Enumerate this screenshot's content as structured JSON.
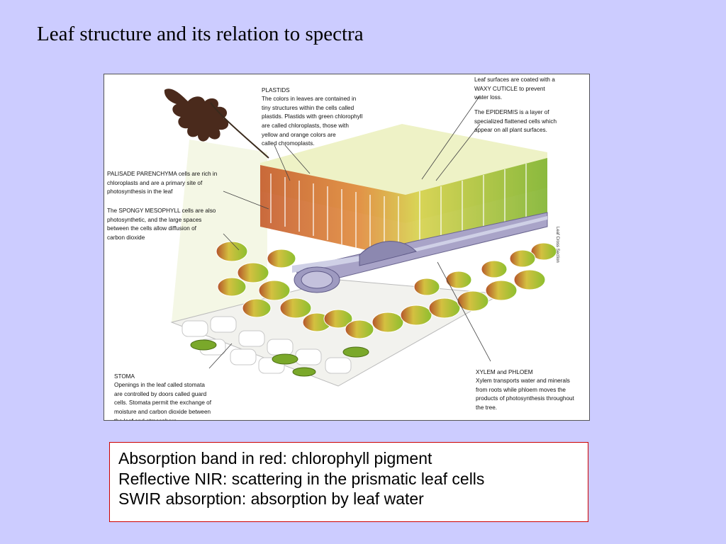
{
  "title": "Leaf structure and its relation to spectra",
  "figure": {
    "plastids": {
      "heading": "PLASTIDS",
      "text": "The colors in leaves are contained in\ntiny structures within the cells called\nplastids. Plastids with green chlorophyll\nare called chloroplasts, those with\nyellow and orange colors are\ncalled chromoplasts."
    },
    "cuticle": {
      "text": "Leaf surfaces are coated with a\nWAXY CUTICLE to prevent\nwater loss."
    },
    "epidermis": {
      "text": "The EPIDERMIS is a layer of\nspecialized flattened cells which\nappear on all plant surfaces."
    },
    "palisade": {
      "text": "PALISADE PARENCHYMA cells are rich in\nchloroplasts and are a primary site of\nphotosynthesis in the leaf"
    },
    "spongy": {
      "text": "The SPONGY MESOPHYLL cells are also\nphotosynthetic, and the large spaces\nbetween the cells allow diffusion of\ncarbon dioxide"
    },
    "stoma": {
      "heading": "STOMA",
      "text": "Openings in the leaf called stomata\nare controlled by doors called guard\ncells. Stomata permit the exchange of\nmoisture and carbon dioxide between\nthe leaf and atmosphere."
    },
    "xylem": {
      "heading": "XYLEM and PHLOEM",
      "text": "Xylem transports water and minerals\nfrom roots while phloem moves the\nproducts of photosynthesis throughout\nthe tree."
    }
  },
  "summary": {
    "line1": "Absorption band in red: chlorophyll pigment",
    "line2": "Reflective NIR: scattering in the prismatic leaf cells",
    "line3": "SWIR absorption: absorption by leaf water"
  }
}
